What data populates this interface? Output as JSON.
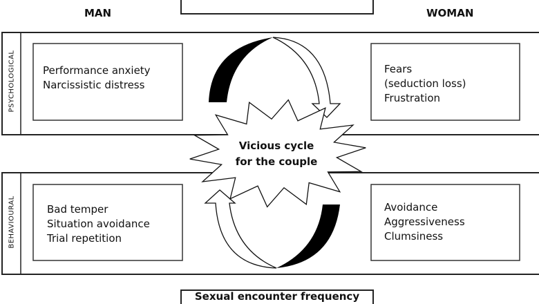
{
  "headers": {
    "man": "MAN",
    "woman": "WOMAN"
  },
  "rows": [
    {
      "label": "PSYCHOLOGICAL",
      "man": [
        "Performance anxiety",
        "Narcissistic distress"
      ],
      "woman": [
        "Fears",
        "(seduction loss)",
        "Frustration"
      ]
    },
    {
      "label": "BEHAVIOURAL",
      "man": [
        "Bad temper",
        "Situation avoidance",
        "Trial repetition"
      ],
      "woman": [
        "Avoidance",
        "Aggressiveness",
        "Clumsiness"
      ]
    }
  ],
  "center": [
    "Vicious cycle",
    "for the couple"
  ],
  "bottom_box": "Sexual encounter frequency"
}
